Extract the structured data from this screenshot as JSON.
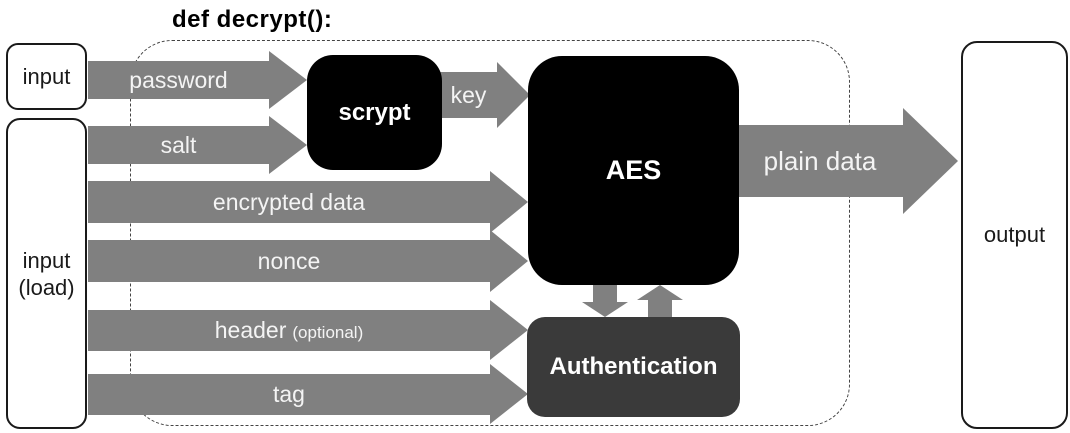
{
  "title": "def decrypt():",
  "nodes": {
    "input": "input",
    "input_load_line1": "input",
    "input_load_line2": "(load)",
    "scrypt": "scrypt",
    "aes": "AES",
    "auth": "Authentication",
    "output": "output"
  },
  "arrows": {
    "password": "password",
    "salt": "salt",
    "encrypted_data": "encrypted data",
    "nonce": "nonce",
    "header": "header",
    "header_suffix": "(optional)",
    "tag": "tag",
    "key": "key",
    "plain_data": "plain data"
  },
  "colors": {
    "arrow_gray": "#808080",
    "box_black": "#000000",
    "auth_gray": "#3a3a3a",
    "label_white": "#f4f4f4",
    "node_border": "#1a1a1a"
  }
}
